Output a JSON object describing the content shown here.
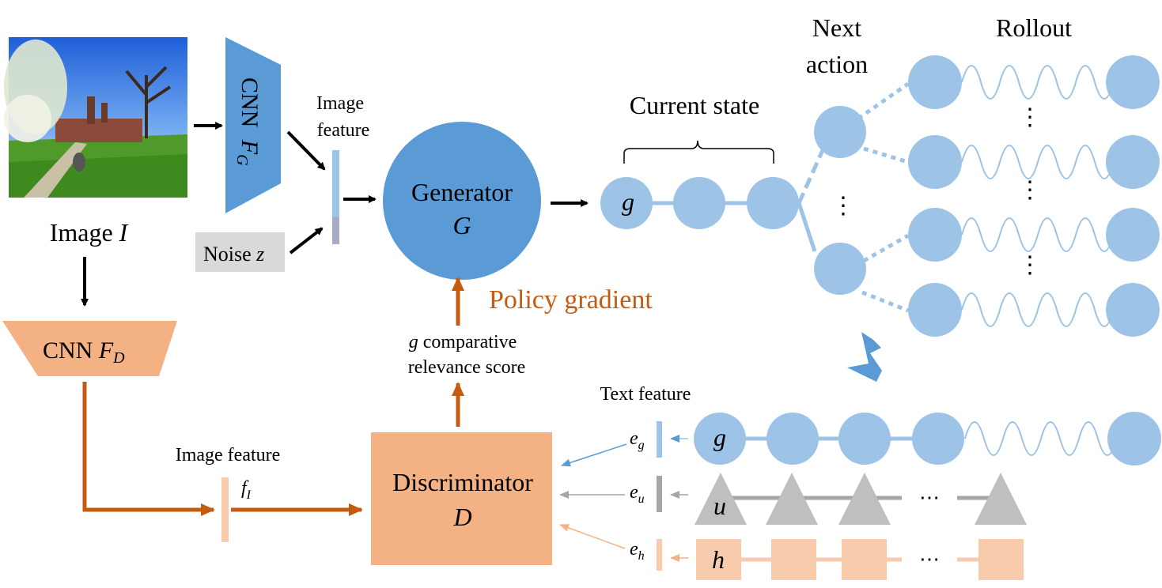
{
  "labels": {
    "image_label": "Image",
    "image_var": "I",
    "cnn_g": "CNN",
    "cnn_g_sub_var": "F",
    "cnn_g_sub": "G",
    "image_feature_top_1": "Image",
    "image_feature_top_2": "feature",
    "noise": "Noise",
    "noise_var": "z",
    "generator_1": "Generator",
    "generator_2": "G",
    "current_state": "Current state",
    "next_action_1": "Next",
    "next_action_2": "action",
    "rollout": "Rollout",
    "policy_gradient": "Policy gradient",
    "score_1": "comparative",
    "score_var": "g",
    "score_2": "relevance score",
    "cnn_d": "CNN",
    "cnn_d_var": "F",
    "cnn_d_sub": "D",
    "image_feature_bottom": "Image feature",
    "f_var": "f",
    "f_sub": "I",
    "discriminator_1": "Discriminator",
    "discriminator_2": "D",
    "text_feature": "Text feature",
    "e_var": "e",
    "e_g_sub": "g",
    "e_u_sub": "u",
    "e_h_sub": "h",
    "node_g": "g",
    "node_u": "u",
    "node_h": "h",
    "ellipsis": "⋯",
    "vdots": "⋮"
  },
  "colors": {
    "blue_dark": "#5b9bd5",
    "blue_light": "#9dc3e6",
    "orange_dark": "#c55a11",
    "orange_mid": "#f4b183",
    "orange_light": "#f8cbad",
    "gray": "#bfbfbf",
    "noise_box": "#d9d9d9"
  }
}
